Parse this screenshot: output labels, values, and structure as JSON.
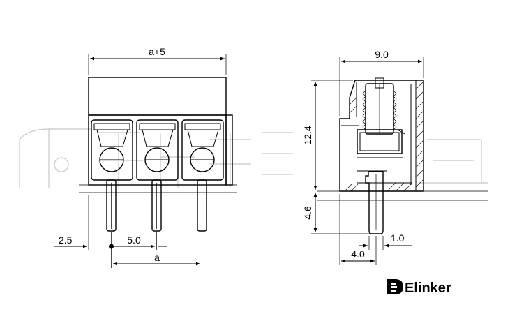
{
  "dimensions": {
    "overall_width": "a+5",
    "edge_offset": "2.5",
    "pitch": "5.0",
    "pitch_span": "a",
    "depth": "9.0",
    "body_height": "12.4",
    "pin_length": "4.6",
    "pin_offset": "4.0",
    "pin_thickness": "1.0"
  },
  "brand": {
    "name": "Elinker",
    "logo_icon": "elinker-logo-icon"
  },
  "colors": {
    "line": "#000000",
    "watermark": "#c8c8c8",
    "background": "#ffffff"
  }
}
